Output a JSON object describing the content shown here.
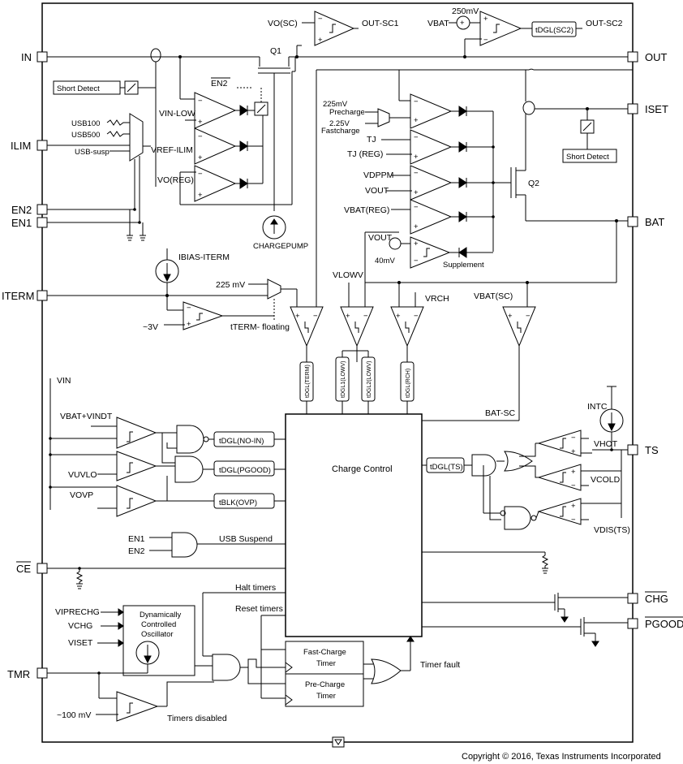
{
  "pins": {
    "in": "IN",
    "ilim": "ILIM",
    "en2": "EN2",
    "en1": "EN1",
    "iterm": "ITERM",
    "ce": "CE",
    "tmr": "TMR",
    "out": "OUT",
    "iset": "ISET",
    "bat": "BAT",
    "ts": "TS",
    "chg": "CHG",
    "pgood": "PGOOD"
  },
  "blocks": {
    "charge_control": "Charge Control",
    "short_detect_left": "Short Detect",
    "short_detect_right": "Short Detect",
    "chargepump": "CHARGEPUMP",
    "oscillator_line1": "Dynamically",
    "oscillator_line2": "Controlled",
    "oscillator_line3": "Oscillator",
    "fast_charge_line1": "Fast-Charge",
    "fast_charge_line2": "Timer",
    "pre_charge_line1": "Pre-Charge",
    "pre_charge_line2": "Timer"
  },
  "transistors": {
    "q1": "Q1",
    "q2": "Q2"
  },
  "labels": {
    "vo_sc": "VO(SC)",
    "out_sc1": "OUT-SC1",
    "vbat": "VBAT",
    "mv250": "250mV",
    "out_sc2": "OUT-SC2",
    "en2_bar": "EN2",
    "usb100": "USB100",
    "usb500": "USB500",
    "usb_susp": "USB-susp",
    "v_in_low": "VIN-LOW",
    "v_ref_ilim": "VREF-ILIM",
    "vo_reg": "VO(REG)",
    "precharge_mv": "225mV",
    "precharge": "Precharge",
    "fastcharge_v": "2.25V",
    "fastcharge": "Fastcharge",
    "tj": "TJ",
    "tj_reg": "TJ (REG)",
    "v_dppm": "VDPPM",
    "v_out": "VOUT",
    "v_bat_reg": "VBAT(REG)",
    "v_out2": "VOUT",
    "mv40": "40mV",
    "supplement": "Supplement",
    "i_bias_iterm": "IBIAS-ITERM",
    "mv225": "225 mV",
    "v3": "~3V",
    "t_term_floating": "tTERM- floating",
    "v_lowv": "VLOWV",
    "v_rch": "VRCH",
    "v_bat_sc": "VBAT(SC)",
    "bat_sc": "BAT-SC",
    "t_dgl_term": "tDGL(TERM)",
    "t_dgl1_lowv": "tDGL1(LOWV)",
    "t_dgl2_lowv": "tDGL2(LOWV)",
    "t_dgl_rch": "tDGL(RCH)",
    "v_in": "VIN",
    "v_bat_vindt": "VBAT+VINDT",
    "v_uvlo": "VUVLO",
    "v_ovp": "VOVP",
    "t_dgl_noin": "tDGL(NO-IN)",
    "t_dgl_pgood": "tDGL(PGOOD)",
    "t_blk_ovp": "tBLK(OVP)",
    "en1": "EN1",
    "en2": "EN2",
    "usb_suspend": "USB Suspend",
    "halt_timers": "Halt timers",
    "reset_timers": "Reset timers",
    "v_iprechg": "VIPRECHG",
    "v_chg": "VCHG",
    "v_iset": "VISET",
    "timer_fault": "Timer fault",
    "mv100": "~100 mV",
    "timers_disabled": "Timers disabled",
    "i_ntc": "INTC",
    "v_hot": "VHOT",
    "v_cold": "VCOLD",
    "v_dis_ts": "VDIS(TS)",
    "t_dgl_ts": "tDGL(TS)"
  },
  "copyright": "Copyright © 2016, Texas Instruments Incorporated"
}
